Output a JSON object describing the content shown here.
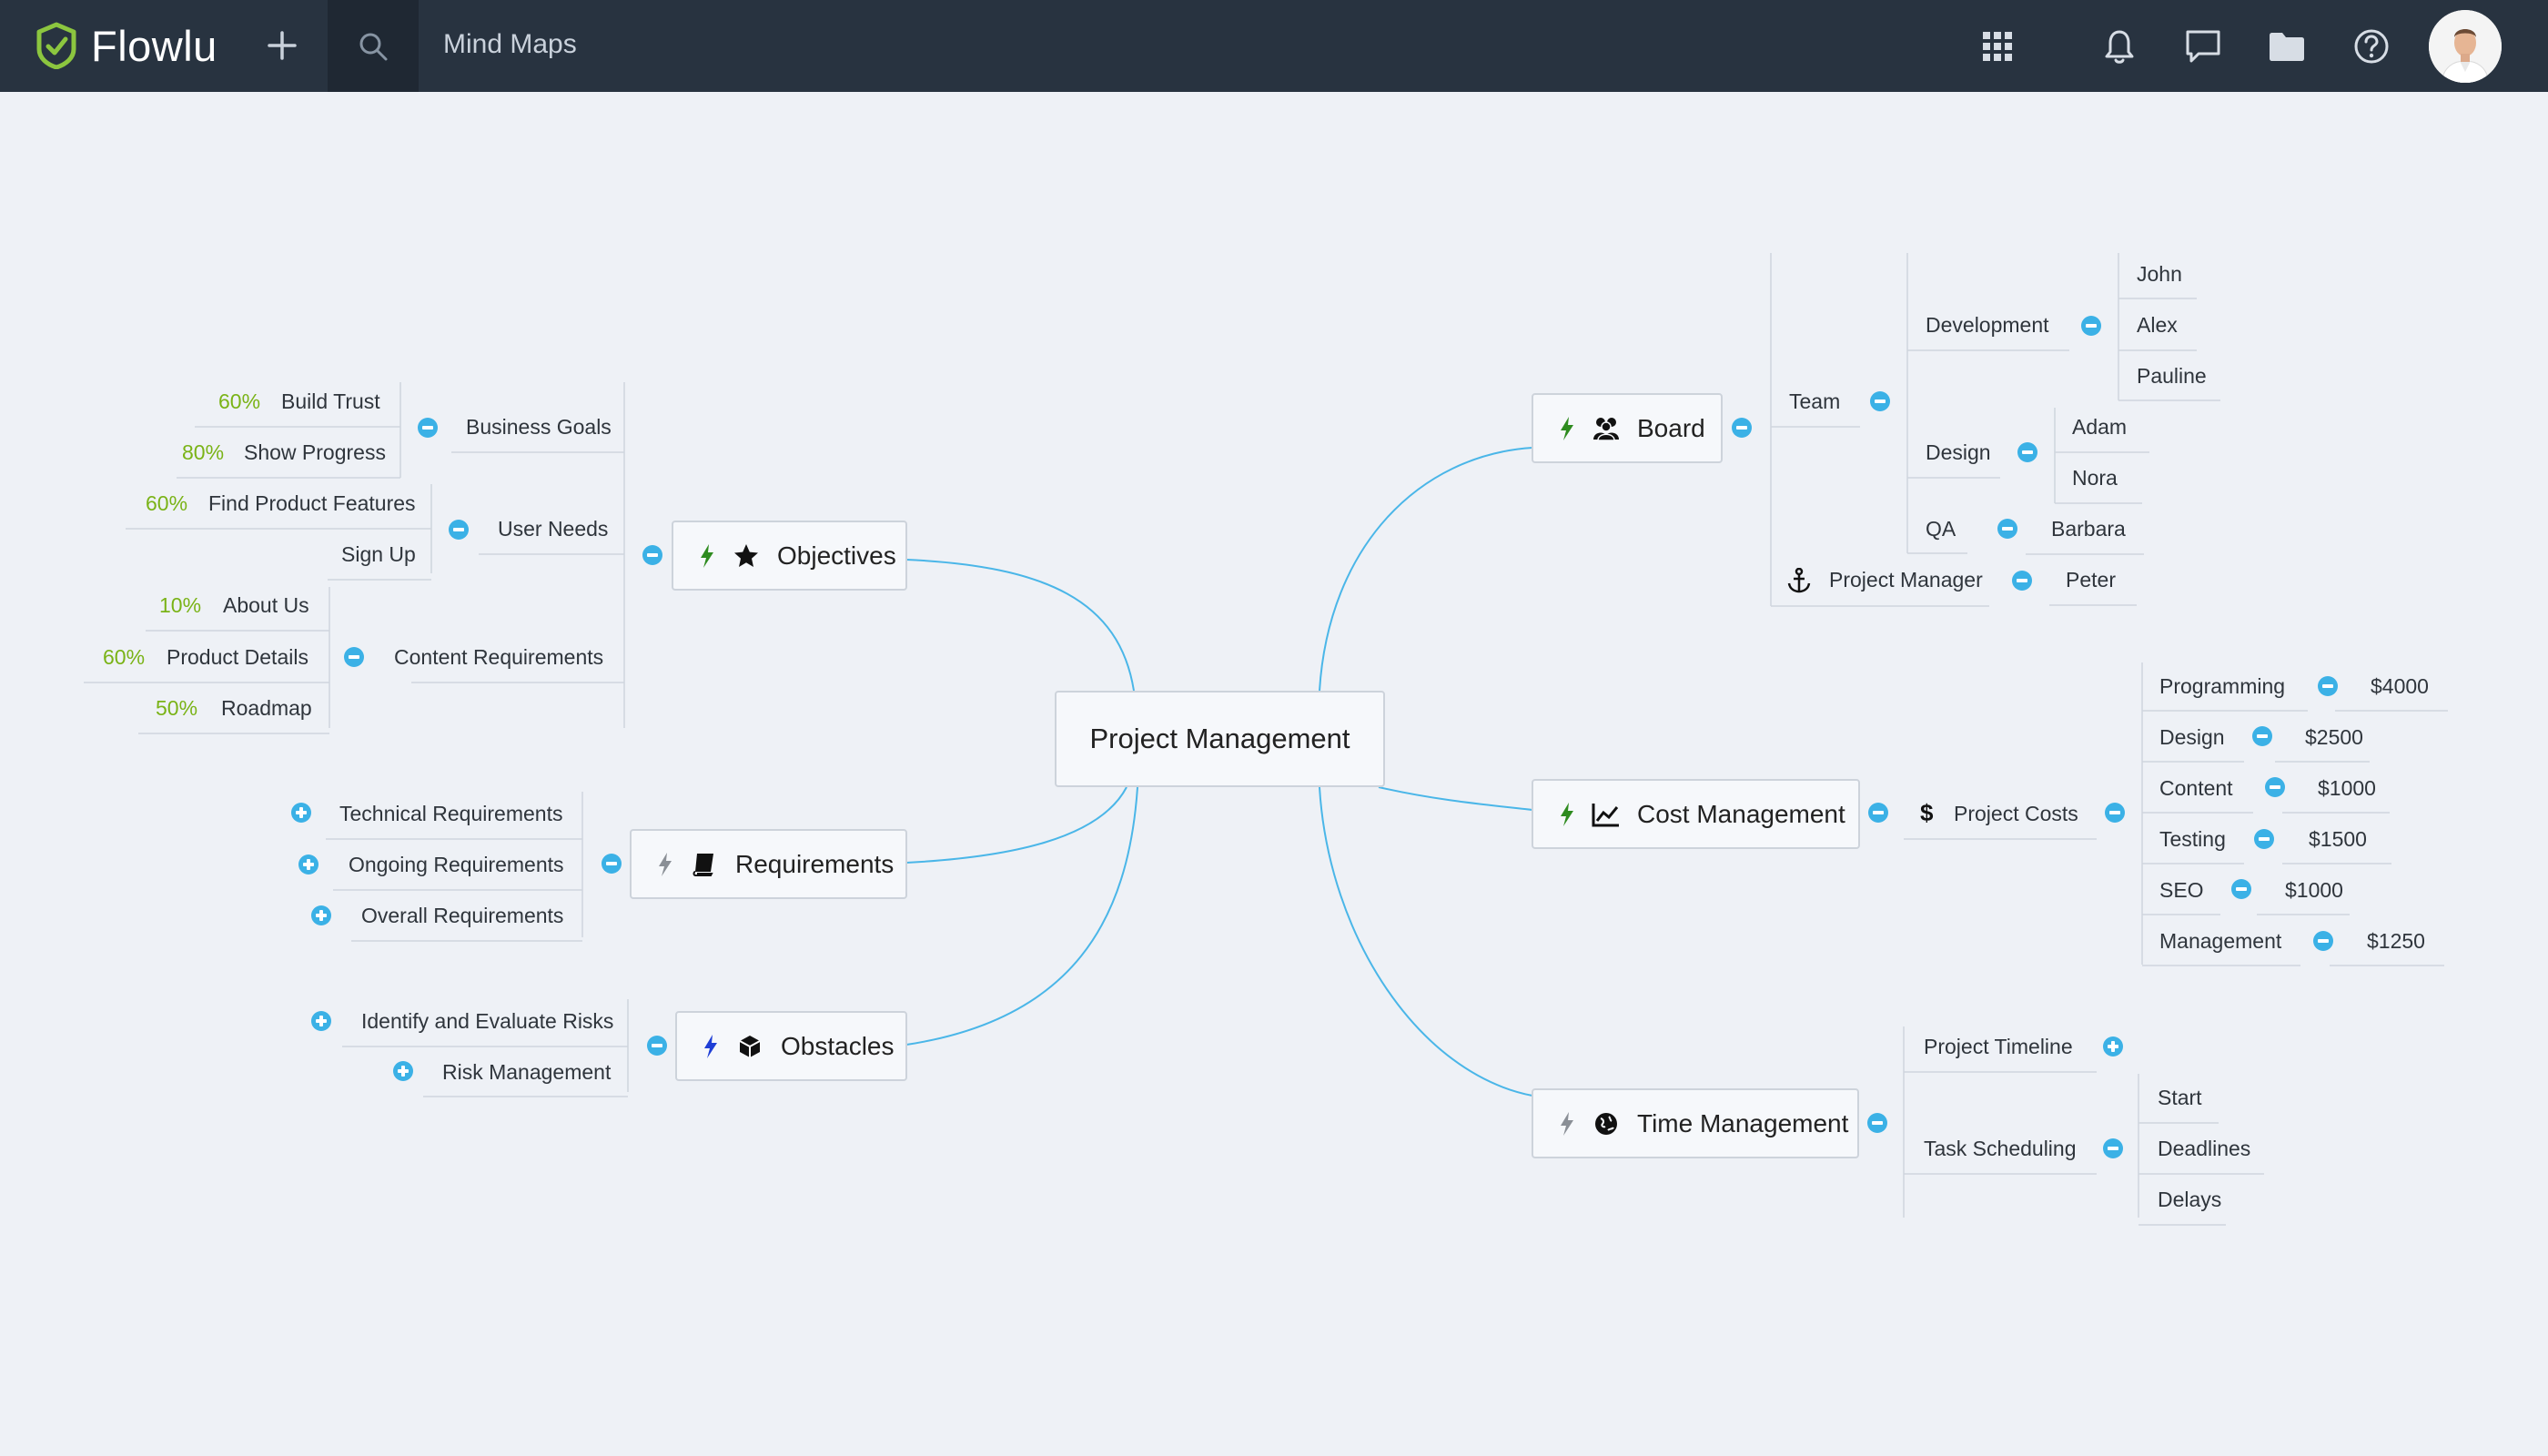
{
  "app": {
    "name": "Flowlu",
    "section_title": "Mind Maps"
  },
  "topbar": {
    "icons": [
      "plus-icon",
      "search-icon",
      "apps-grid-icon",
      "bell-icon",
      "chat-icon",
      "folder-icon",
      "help-icon"
    ]
  },
  "colors": {
    "topbar": "#283340",
    "accent_green": "#7ab317",
    "toggle_blue": "#3bb1e6",
    "connector": "#4ab6e8"
  },
  "map": {
    "root": "Project Management",
    "objectives": {
      "label": "Objectives",
      "business_goals": {
        "label": "Business Goals",
        "items": [
          {
            "pct": "60%",
            "label": "Build Trust"
          },
          {
            "pct": "80%",
            "label": "Show Progress"
          }
        ]
      },
      "user_needs": {
        "label": "User Needs",
        "items": [
          {
            "pct": "60%",
            "label": "Find Product Features"
          },
          {
            "pct": "",
            "label": "Sign Up"
          }
        ]
      },
      "content_requirements": {
        "label": "Content Requirements",
        "items": [
          {
            "pct": "10%",
            "label": "About Us"
          },
          {
            "pct": "60%",
            "label": "Product Details"
          },
          {
            "pct": "50%",
            "label": "Roadmap"
          }
        ]
      }
    },
    "requirements": {
      "label": "Requirements",
      "items": [
        "Technical Requirements",
        "Ongoing Requirements",
        "Overall Requirements"
      ]
    },
    "obstacles": {
      "label": "Obstacles",
      "items": [
        "Identify and Evaluate Risks",
        "Risk Management"
      ]
    },
    "board": {
      "label": "Board",
      "team": {
        "label": "Team",
        "development": {
          "label": "Development",
          "members": [
            "John",
            "Alex",
            "Pauline"
          ]
        },
        "design": {
          "label": "Design",
          "members": [
            "Adam",
            "Nora"
          ]
        },
        "qa": {
          "label": "QA",
          "members": [
            "Barbara"
          ]
        }
      },
      "project_manager": {
        "label": "Project Manager",
        "members": [
          "Peter"
        ]
      }
    },
    "cost_management": {
      "label": "Cost Management",
      "project_costs": {
        "label": "Project Costs",
        "items": [
          {
            "label": "Programming",
            "value": "$4000"
          },
          {
            "label": "Design",
            "value": "$2500"
          },
          {
            "label": "Content",
            "value": "$1000"
          },
          {
            "label": "Testing",
            "value": "$1500"
          },
          {
            "label": "SEO",
            "value": "$1000"
          },
          {
            "label": "Management",
            "value": "$1250"
          }
        ]
      }
    },
    "time_management": {
      "label": "Time Management",
      "project_timeline": {
        "label": "Project Timeline"
      },
      "task_scheduling": {
        "label": "Task Scheduling",
        "items": [
          "Start",
          "Deadlines",
          "Delays"
        ]
      }
    }
  }
}
